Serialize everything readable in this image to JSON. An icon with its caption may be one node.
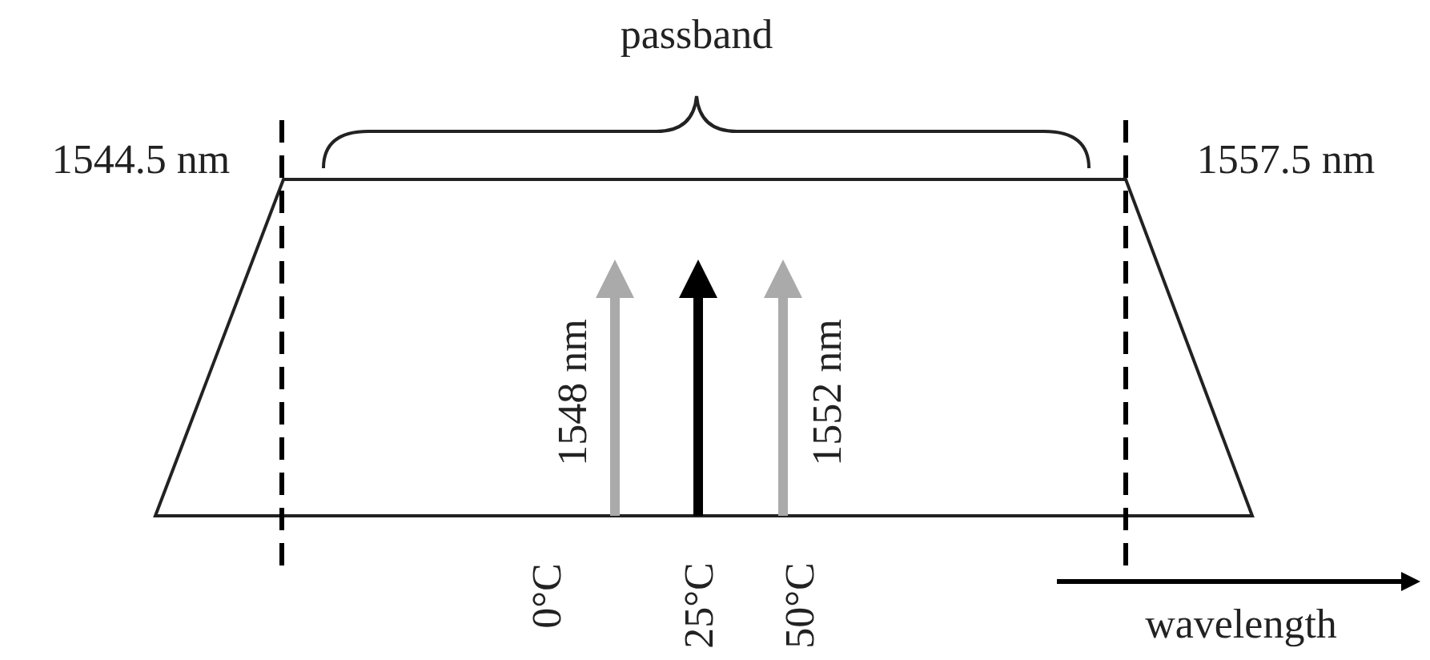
{
  "diagram": {
    "labels": [
      "passband",
      "1544.5 nm",
      "1557.5 nm",
      "1548 nm",
      "1552 nm",
      "0°C",
      "25°C",
      "50°C",
      "wavelength"
    ]
  }
}
